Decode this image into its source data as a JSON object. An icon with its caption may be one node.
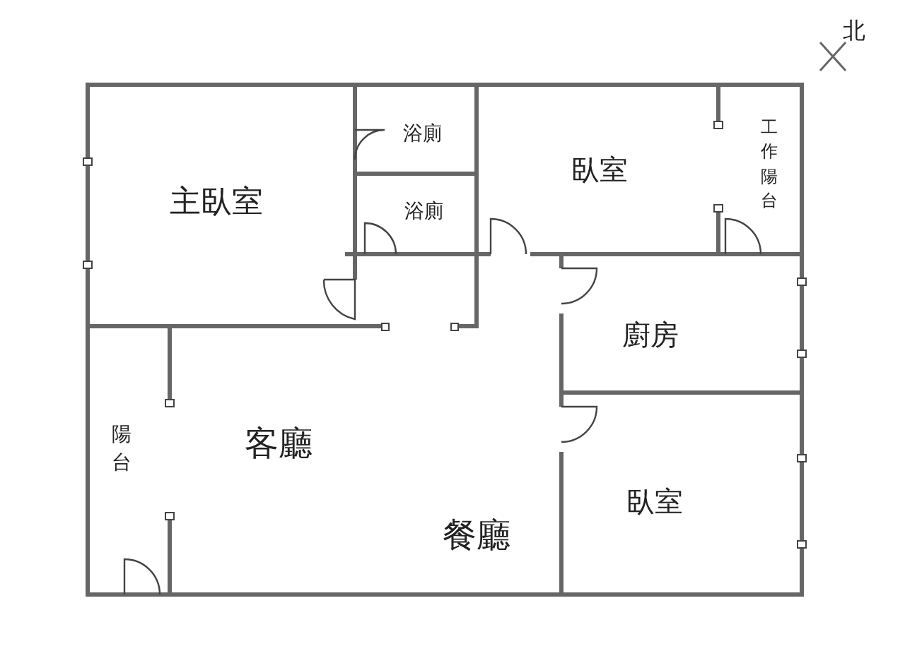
{
  "diagram": {
    "labels": [
      "北",
      "主臥室",
      "浴廁",
      "浴廁",
      "臥室",
      "工作陽台",
      "廚房",
      "陽台",
      "客廳",
      "餐廳",
      "臥室"
    ]
  }
}
